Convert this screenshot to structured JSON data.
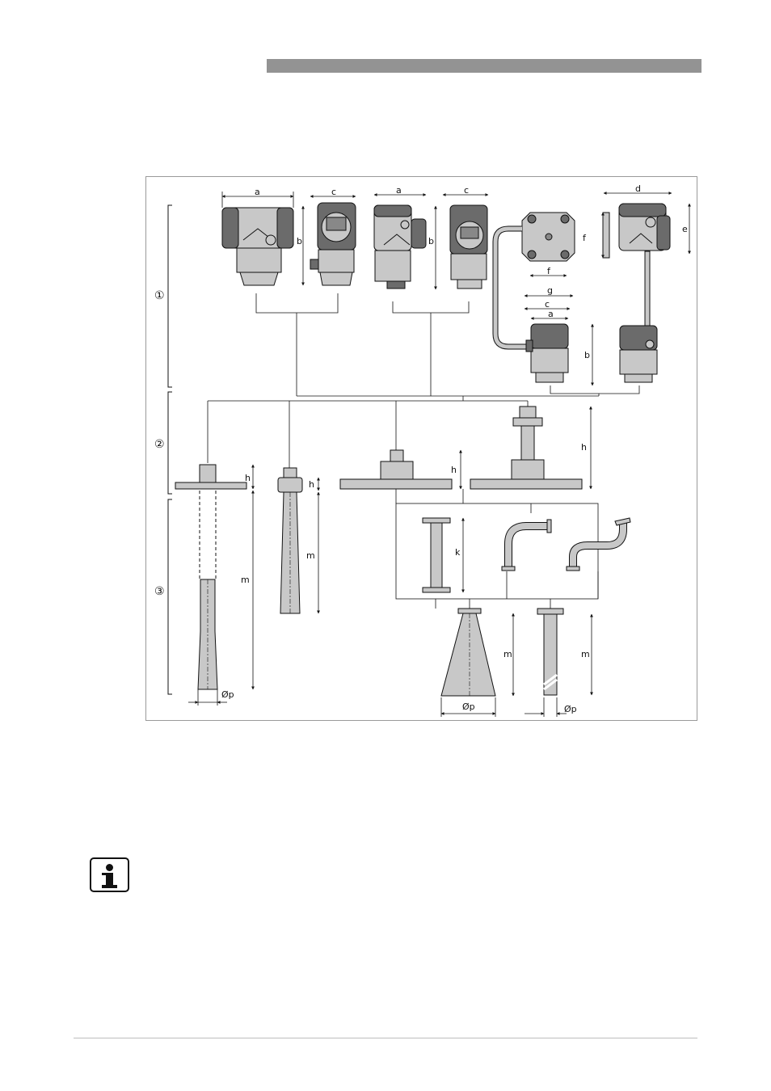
{
  "figure": {
    "section_labels": [
      "①",
      "②",
      "③"
    ],
    "dimension_labels": {
      "a": "a",
      "b": "b",
      "c": "c",
      "d": "d",
      "e": "e",
      "f": "f",
      "g": "g",
      "h": "h",
      "k": "k",
      "m": "m",
      "p": "Øp"
    }
  },
  "colors": {
    "header_bar": "#939393",
    "housing_dark": "#6b6b6b",
    "housing_light": "#c8c8c8",
    "frame": "#9a9a9a"
  },
  "icons": [
    "info-icon"
  ]
}
